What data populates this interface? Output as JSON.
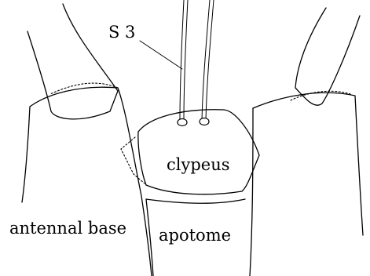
{
  "labels": {
    "seta": "S 3",
    "clypeus": "clypeus",
    "antennal_base": "antennal base",
    "apotome": "apotome"
  },
  "colors": {
    "ink": "#000000",
    "paper": "#ffffff"
  }
}
